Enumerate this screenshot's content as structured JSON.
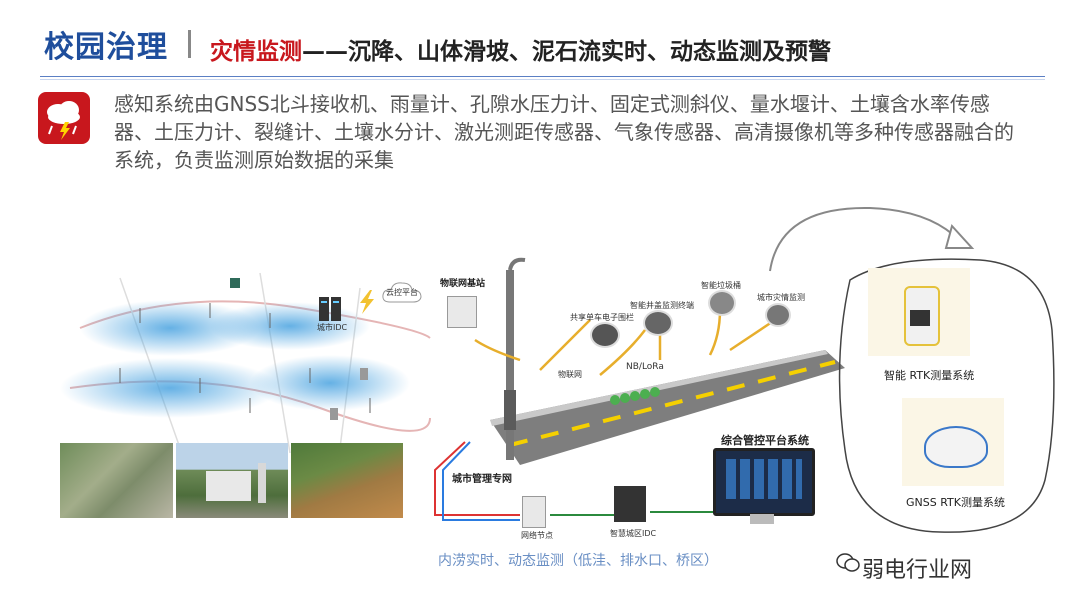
{
  "header": {
    "section": "校园治理",
    "title_red": "灾情监测",
    "title_rest": "——沉降、山体滑坡、泥石流实时、动态监测及预警"
  },
  "description": "感知系统由GNSS北斗接收机、雨量计、孔隙水压力计、固定式测斜仪、量水堰计、土壤含水率传感器、土压力计、裂缝计、土壤水分计、激光测距传感器、气象传感器、高清摄像机等多种传感器融合的系统，负责监测原始数据的采集",
  "map_labels": {
    "cloud_platform": "云控平台",
    "city_idc": "城市IDC"
  },
  "road_labels": {
    "iot_station": "物联网基站",
    "shared_bike": "共享单车电子围栏",
    "smart_manhole": "智能井盖监测终端",
    "smart_bin": "智能垃圾桶",
    "city_disaster": "城市灾情监测",
    "nb_lora": "NB/LoRa",
    "iot_net": "物联网"
  },
  "network": {
    "city_net": "城市管理专网",
    "platform": "综合管控平台系统",
    "node": "网络节点",
    "idc": "智慧城区IDC"
  },
  "devices": {
    "rtk_smart": "智能 RTK测量系统",
    "gnss_rtk": "GNSS RTK测量系统"
  },
  "caption": "内涝实时、动态监测（低洼、排水口、桥区）",
  "watermark": "弱电行业网"
}
